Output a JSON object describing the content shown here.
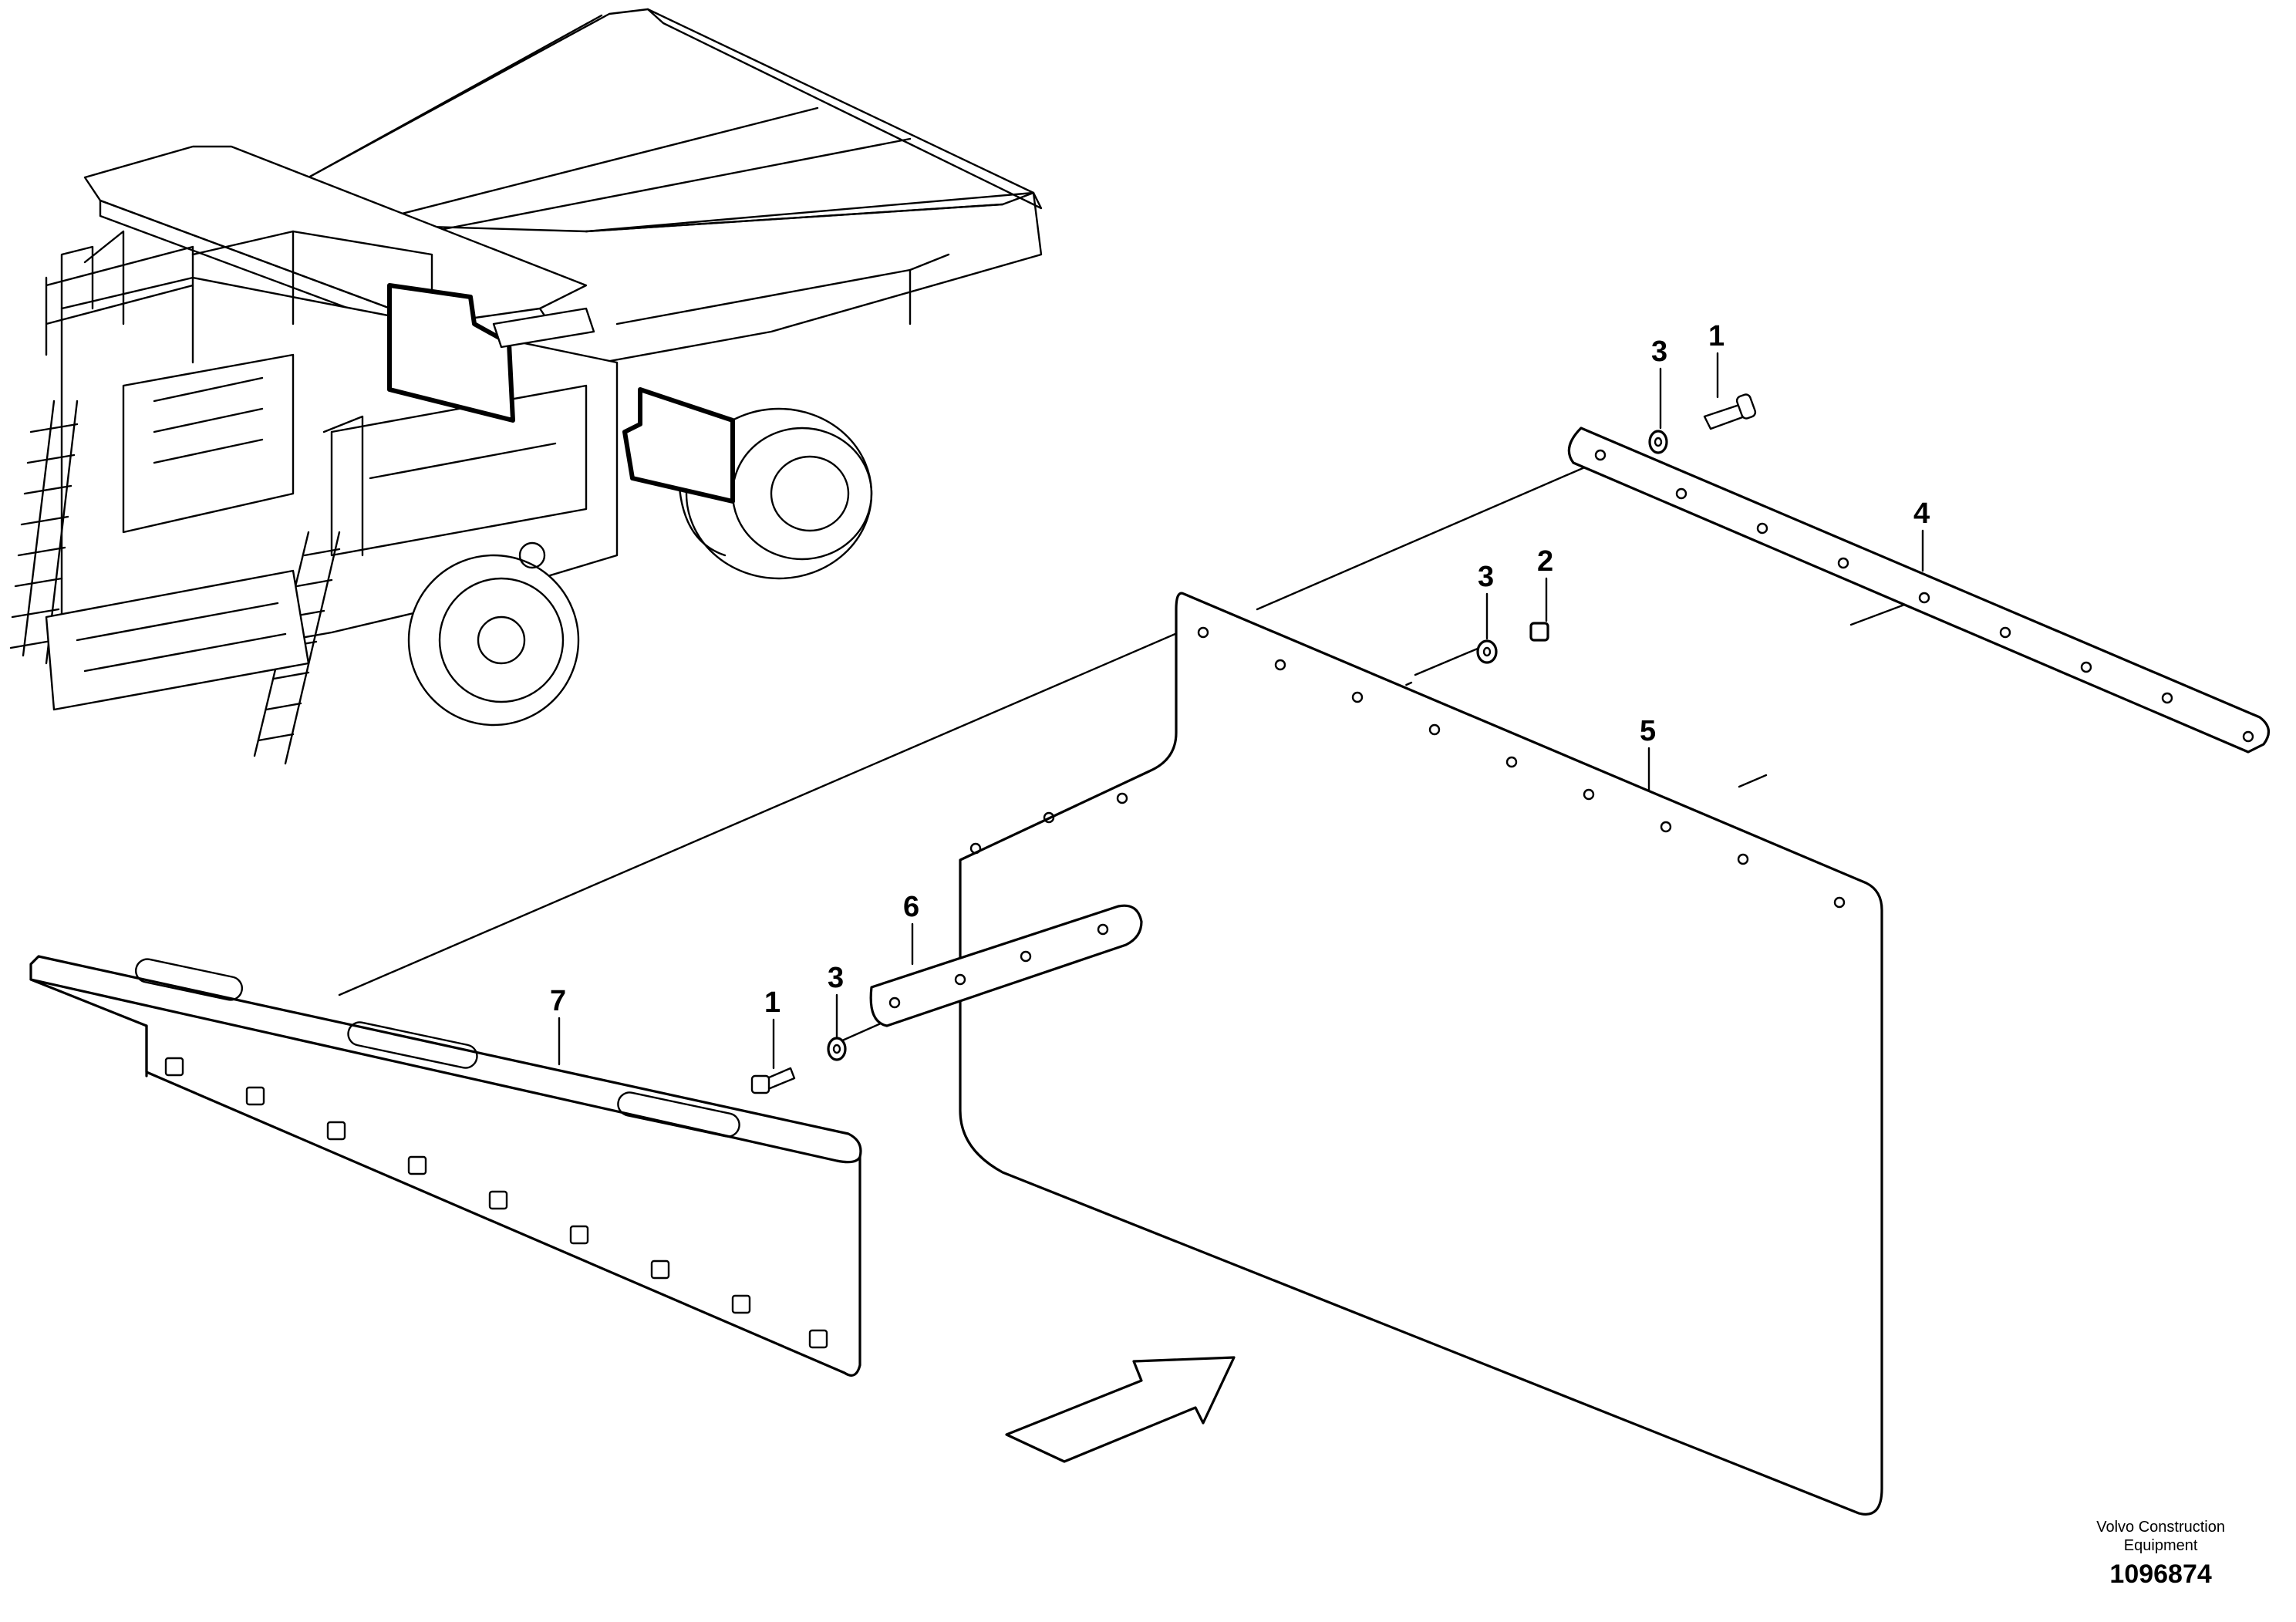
{
  "callouts": {
    "c1_top": "1",
    "c3_top": "3",
    "c4": "4",
    "c3_mid": "3",
    "c2": "2",
    "c5": "5",
    "c6": "6",
    "c3_low": "3",
    "c1_low": "1",
    "c7": "7"
  },
  "credit": {
    "brand_line1": "Volvo Construction",
    "brand_line2": "Equipment",
    "drawing_number": "1096874"
  }
}
